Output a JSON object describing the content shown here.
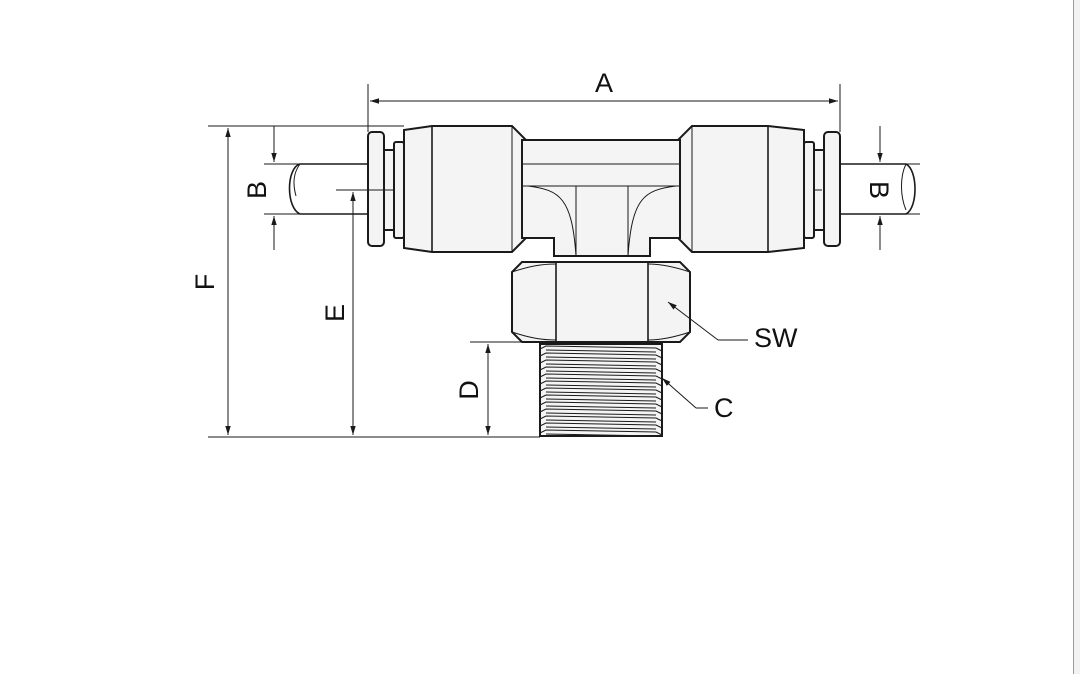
{
  "drawing": {
    "labels": {
      "A": "A",
      "B_left": "B",
      "B_right": "B",
      "F": "F",
      "E": "E",
      "D": "D",
      "SW": "SW",
      "C": "C"
    }
  }
}
